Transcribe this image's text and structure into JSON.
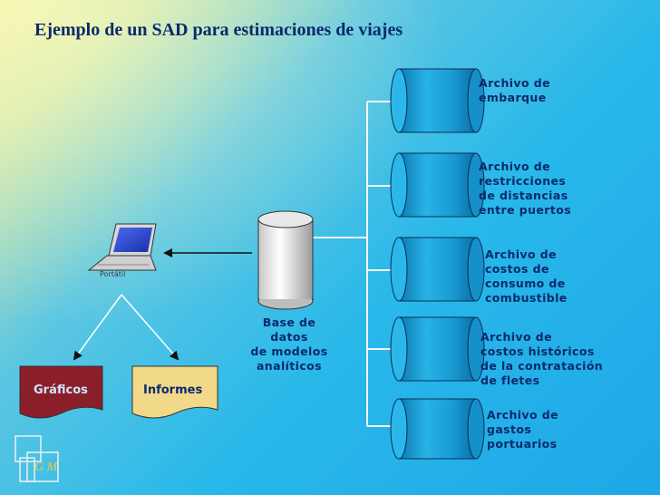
{
  "title": "Ejemplo de un SAD para estimaciones de viajes",
  "laptop_caption": "Portátil",
  "database": {
    "line1": "Base de datos",
    "line2": "de modelos",
    "line3": "analíticos"
  },
  "outputs": {
    "graficos": "Gráficos",
    "informes": "Informes"
  },
  "files": [
    {
      "lines": [
        "Archivo de",
        "embarque"
      ]
    },
    {
      "lines": [
        "Archivo de",
        "restricciones",
        "de distancias",
        "entre puertos"
      ]
    },
    {
      "lines": [
        "Archivo de",
        "costos de",
        "consumo de",
        "combustible"
      ]
    },
    {
      "lines": [
        "Archivo de",
        "costos históricos",
        "de la contratación",
        "de fletes"
      ]
    },
    {
      "lines": [
        "Archivo de",
        "gastos",
        "portuarios"
      ]
    }
  ],
  "logo_text": "G M",
  "colors": {
    "title": "#0b2a6b",
    "cylinder": "#1f9fd6",
    "graficos_text": "#cfe4ff",
    "informes_text": "#0b2a6b"
  }
}
